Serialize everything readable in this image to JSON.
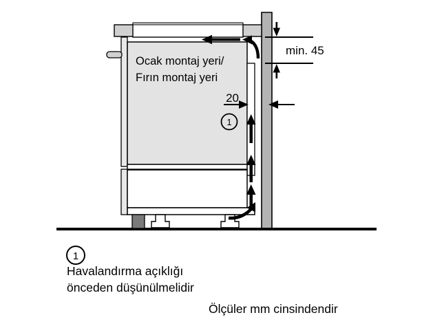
{
  "figure": {
    "title": "Ocak / Firin montaj yeri montaj semasi",
    "colors": {
      "line": "#000000",
      "wall_fill": "#b3b3b3",
      "worktop_cap_fill": "#d0d0d0",
      "cabinet_fill": "#e3e3e3",
      "lower_fill": "#ffffff",
      "plinth_fill": "#7a7a7a",
      "frame_fill": "#e8e8e8",
      "background": "#ffffff"
    },
    "labels": {
      "appliance_line1": "Ocak montaj yeri/",
      "appliance_line2": "Fırın montaj yeri",
      "gap_dimension": "20",
      "min_clearance": "min. 45",
      "callout_marker": "1"
    },
    "legend": {
      "marker": "1",
      "note_line1": "Havalandırma açıklığı",
      "note_line2": "önceden düşünülmelidir",
      "units_note": "Ölçüler mm cinsindendir"
    },
    "icons": {
      "airflow_up": "up-arrow-icon",
      "airflow_left": "left-arrow-icon",
      "airflow_in": "right-arrow-icon",
      "airflow_curve_top": "curved-arrow-icon",
      "airflow_curve_bottom": "curved-arrow-icon"
    }
  }
}
